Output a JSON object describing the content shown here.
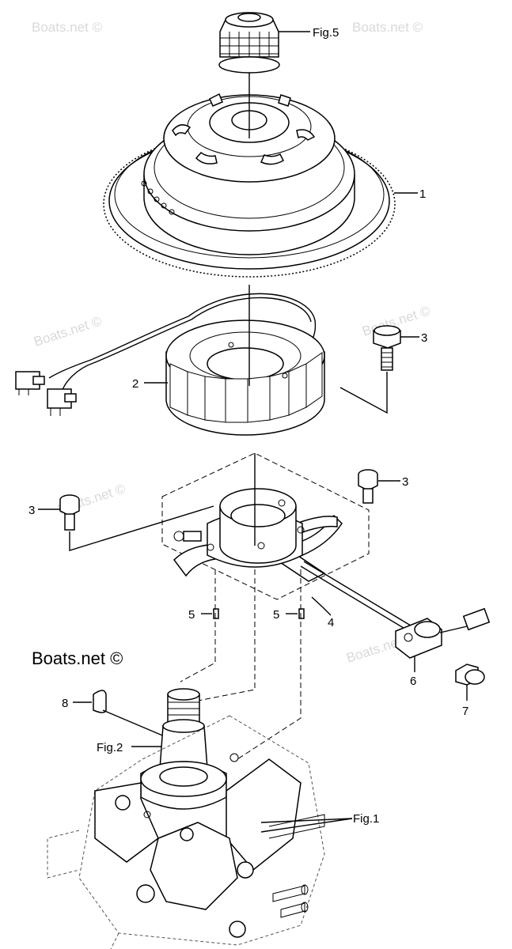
{
  "watermarks": [
    "Boats.net ©",
    "Boats.net ©",
    "Boats.net ©",
    "Boats.net ©",
    "Boats.net ©",
    "Boats.net ©"
  ],
  "brand_watermark": "Boats.net ©",
  "callouts": {
    "fig5": "Fig.5",
    "p1": "1",
    "p2": "2",
    "p3a": "3",
    "p3b": "3",
    "p3c": "3",
    "p4": "4",
    "p5a": "5",
    "p5b": "5",
    "p6": "6",
    "p7": "7",
    "p8": "8",
    "fig2": "Fig.2",
    "fig1": "Fig.1"
  }
}
